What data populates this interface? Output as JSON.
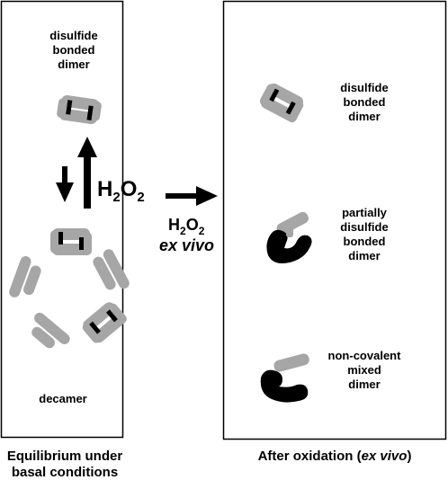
{
  "left_panel": {
    "top_label": [
      "disulfide",
      "bonded",
      "dimer"
    ],
    "bottom_label": "decamer",
    "arrow_label": {
      "main": "H",
      "sub": "2",
      "tail": "O",
      "sub2": "2"
    },
    "caption": [
      "Equilibrium under",
      "basal conditions"
    ]
  },
  "middle": {
    "reagent": {
      "main": "H",
      "sub": "2",
      "tail": "O",
      "sub2": "2"
    },
    "condition": "ex vivo"
  },
  "right_panel": {
    "items": [
      {
        "label": [
          "disulfide",
          "bonded",
          "dimer"
        ]
      },
      {
        "label": [
          "partially",
          "disulfide",
          "bonded",
          "dimer"
        ]
      },
      {
        "label": [
          "non-covalent",
          "mixed",
          "dimer"
        ]
      }
    ],
    "caption_prefix": "After oxidation (",
    "caption_italic": "ex vivo",
    "caption_suffix": ")"
  },
  "colors": {
    "monomer_reduced": "#a6a6a6",
    "monomer_oxidized": "#000000",
    "bond": "#000000"
  }
}
